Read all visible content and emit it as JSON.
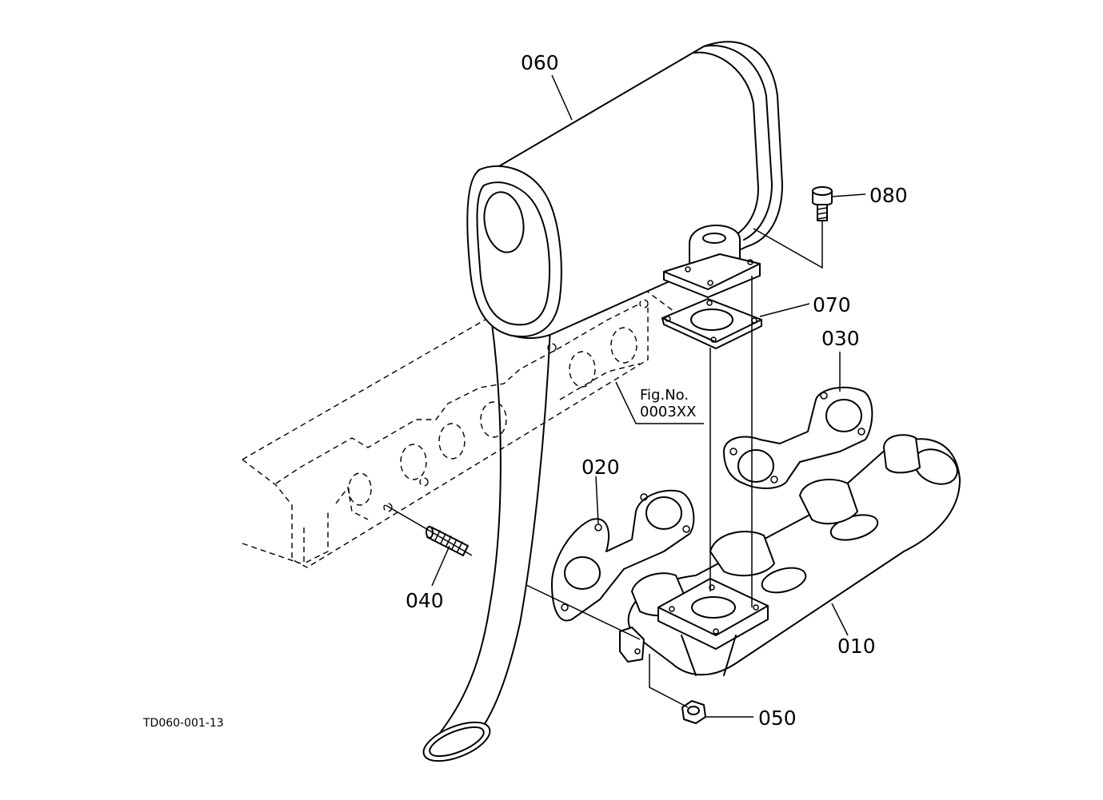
{
  "diagram": {
    "labels": {
      "muffler": "060",
      "bolt": "080",
      "muffler_gasket": "070",
      "manifold_gasket_rear": "030",
      "manifold_gasket_front": "020",
      "stud": "040",
      "manifold": "010",
      "nut": "050"
    },
    "reference": {
      "line1": "Fig.No.",
      "line2": "0003XX"
    },
    "drawing_code": "TD060-001-13"
  }
}
